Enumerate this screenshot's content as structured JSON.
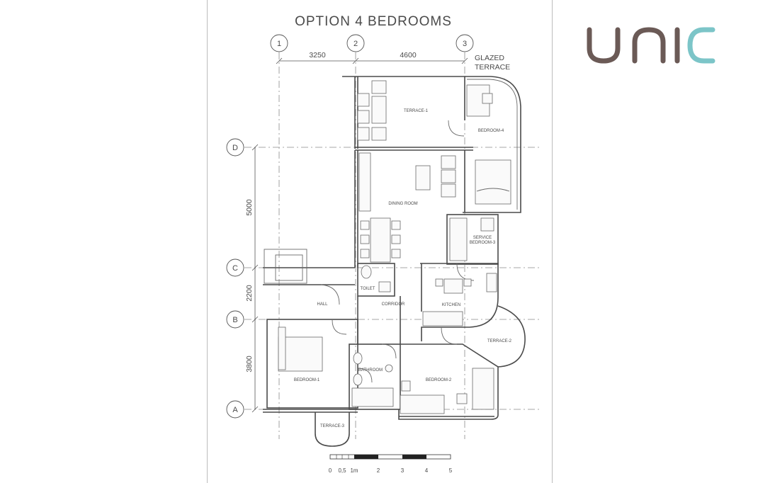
{
  "title": "OPTION  4  BEDROOMS",
  "brand": {
    "name": "unic",
    "accent": "#7cc5c8",
    "main": "#6b5a56"
  },
  "grid": {
    "columns": [
      "1",
      "2",
      "3"
    ],
    "rows": [
      "D",
      "C",
      "B",
      "A"
    ],
    "dims_horizontal": [
      "3250",
      "4600"
    ],
    "dims_vertical": [
      "5000",
      "2200",
      "3800"
    ]
  },
  "terrace_note": {
    "line1": "GLAZED",
    "line2": "TERRACE"
  },
  "rooms": {
    "terrace_1": "TERRACE-1",
    "bedroom_4": "BEDROOM-4",
    "dining_room": "DINING ROOM",
    "service_bedroom_3_l1": "SERVICE",
    "service_bedroom_3_l2": "BEDROOM-3",
    "toilet": "TOILET",
    "hall": "HALL",
    "corridor": "CORRIDOR",
    "kitchen": "KITCHEN",
    "terrace_2": "TERRACE-2",
    "bathroom": "BATHROOM",
    "bedroom_1": "BEDROOM-1",
    "bedroom_2": "BEDROOM-2",
    "terrace_3": "TERRACE-3"
  },
  "scale": {
    "labels": [
      "0",
      "0,5",
      "1m",
      "2",
      "3",
      "4",
      "5"
    ]
  }
}
